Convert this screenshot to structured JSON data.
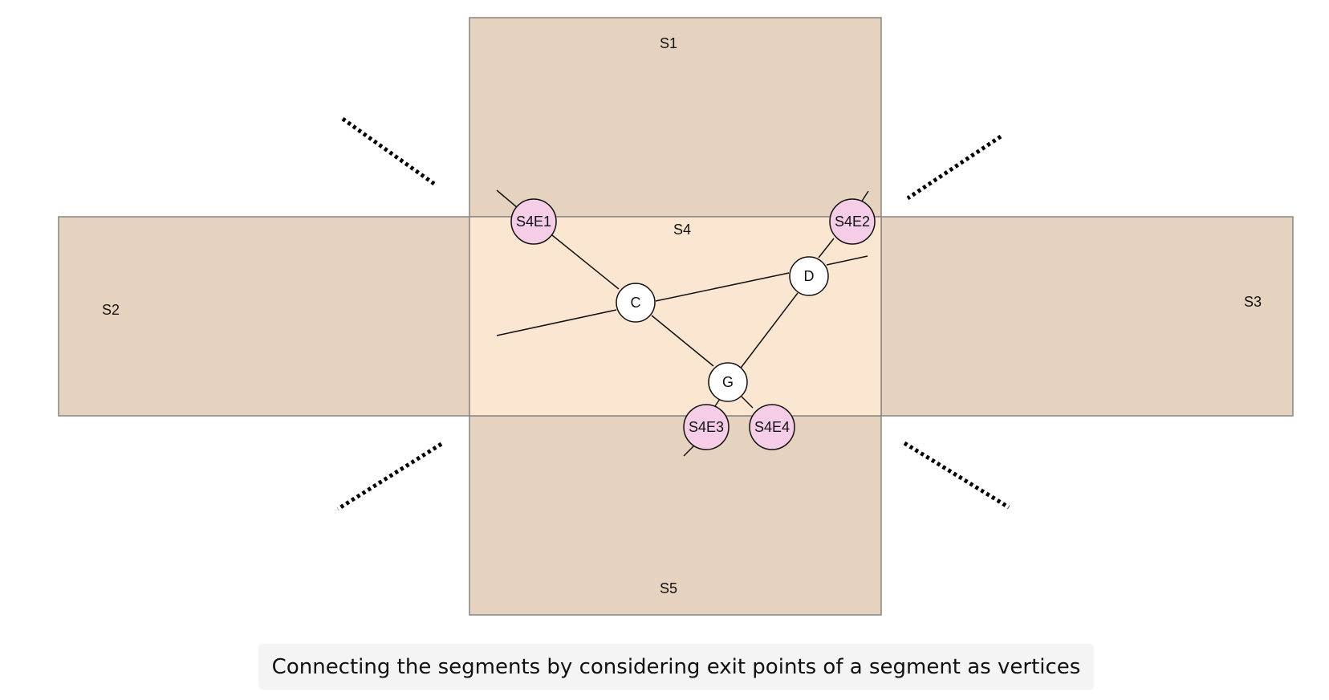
{
  "segments": {
    "s1": "S1",
    "s2": "S2",
    "s3": "S3",
    "s4": "S4",
    "s5": "S5"
  },
  "exit_points": {
    "s4e1": "S4E1",
    "s4e2": "S4E2",
    "s4e3": "S4E3",
    "s4e4": "S4E4"
  },
  "vertices": {
    "c": "C",
    "d": "D",
    "g": "G"
  },
  "caption": "Connecting the segments by considering exit points of a segment as vertices",
  "colors": {
    "outer_segment": "#e5d3bf",
    "center_segment": "#fbe6d1",
    "segment_border": "#8a8580",
    "exit_point_fill": "#f5cde6",
    "vertex_fill": "#ffffff"
  }
}
